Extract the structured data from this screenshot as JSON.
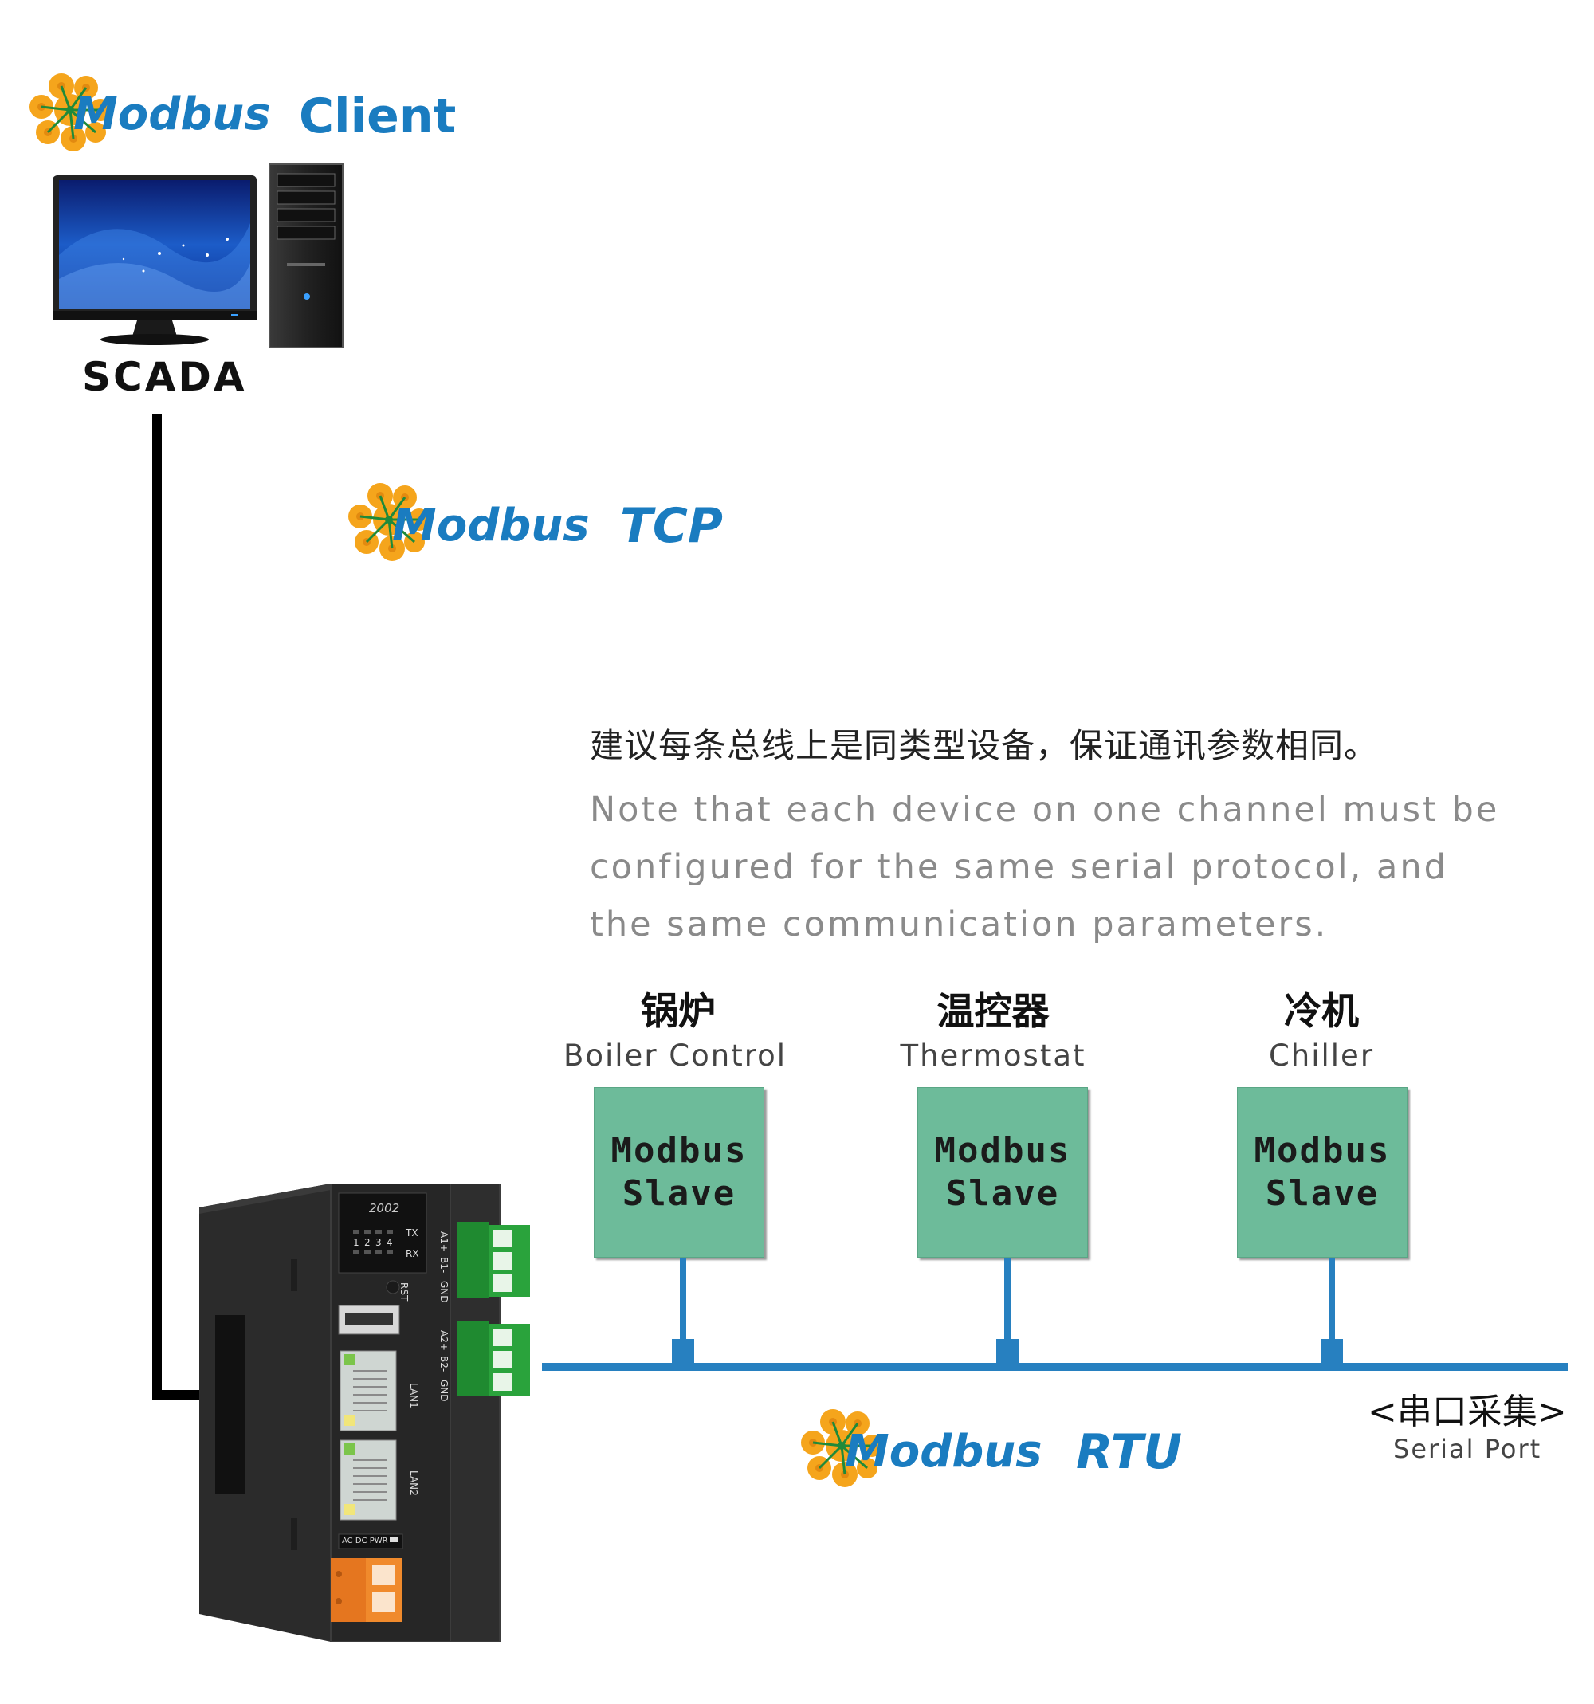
{
  "logos": {
    "client": {
      "word": "Modbus",
      "suffix": "Client"
    },
    "tcp": {
      "word": "Modbus",
      "suffix": "TCP"
    },
    "rtu": {
      "word": "Modbus",
      "suffix": "RTU"
    }
  },
  "scada": {
    "label": "SCADA"
  },
  "note": {
    "zh": "建议每条总线上是同类型设备，保证通讯参数相同。",
    "en_lines": [
      "Note that each device on one channel must be",
      "configured for the same serial protocol, and",
      "the same communication parameters."
    ]
  },
  "devices": [
    {
      "zh": "锅炉",
      "en": "Boiler Control",
      "box_line1": "Modbus",
      "box_line2": "Slave"
    },
    {
      "zh": "温控器",
      "en": "Thermostat",
      "box_line1": "Modbus",
      "box_line2": "Slave"
    },
    {
      "zh": "冷机",
      "en": "Chiller",
      "box_line1": "Modbus",
      "box_line2": "Slave"
    }
  ],
  "serial": {
    "zh": "<串口采集>",
    "en": "Serial Port"
  },
  "gateway": {
    "model": "2002",
    "leds": [
      "1",
      "2",
      "3",
      "4"
    ],
    "tx": "TX",
    "rx": "RX",
    "rst": "RST",
    "lan1": "LAN1",
    "lan2": "LAN2",
    "port_labels": [
      "A1+",
      "B1-",
      "GND",
      "A2+",
      "B2-",
      "GND"
    ],
    "power_labels": "AC DC PWR"
  },
  "colors": {
    "logo_blue": "#1a7cc0",
    "bus_blue": "#2780c0",
    "slave_green": "#6dbb9a",
    "terminal_green": "#2aa33c",
    "terminal_orange": "#e5761f",
    "gateway_body": "#2b2b2b",
    "ethernet_cable": "#000000"
  }
}
